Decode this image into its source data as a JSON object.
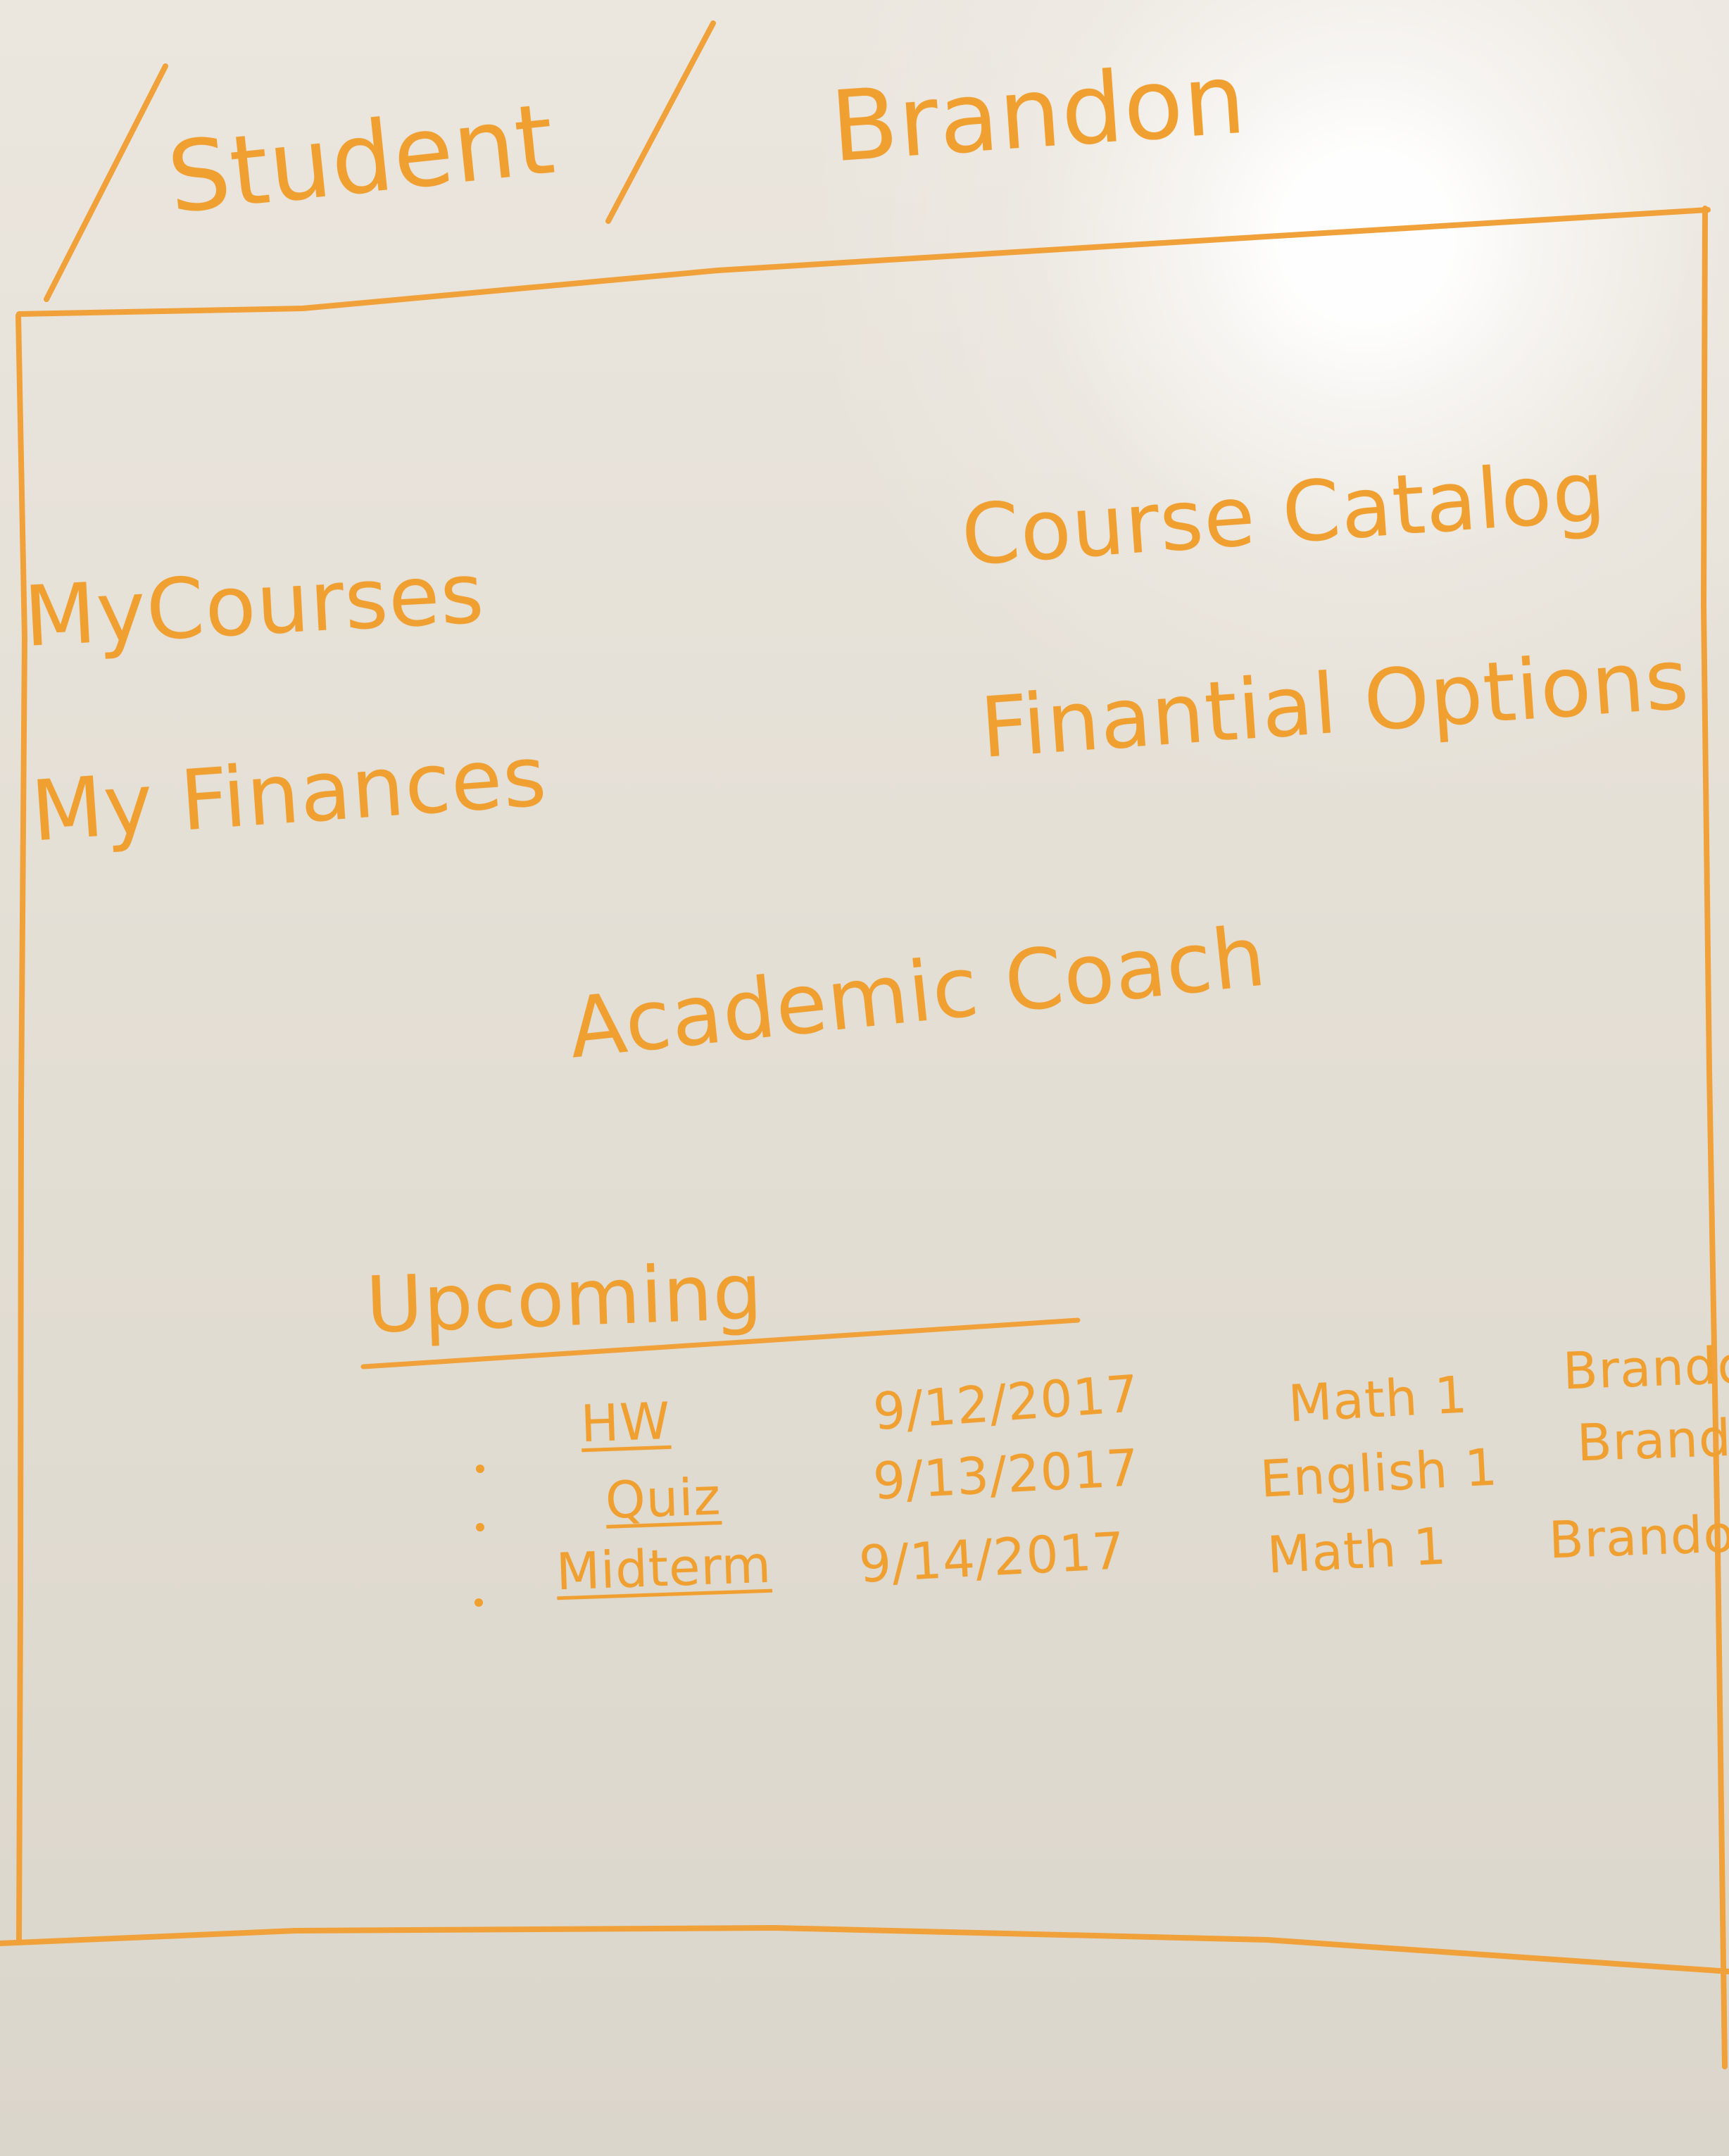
{
  "header": {
    "section": "Student",
    "user": "Brandon"
  },
  "navigation": {
    "left_items": [
      {
        "label": "MyCourses"
      },
      {
        "label": "My Finances"
      }
    ],
    "right_items": [
      {
        "label": "Course Catalog"
      },
      {
        "label": "Finantial Options"
      }
    ],
    "center_items": [
      {
        "label": "Academic Coach"
      }
    ]
  },
  "upcoming": {
    "title": "Upcoming",
    "items": [
      {
        "type": "HW",
        "date": "9/12/2017",
        "course": "Math 1",
        "name": "Brandon"
      },
      {
        "type": "Quiz",
        "date": "9/13/2017",
        "course": "English 1",
        "name": "Brandon"
      },
      {
        "type": "Midterm",
        "date": "9/14/2017",
        "course": "Math 1",
        "name": "Brandon"
      }
    ]
  },
  "colors": {
    "ink": "#f0a030",
    "board": "#e6e1d8"
  }
}
